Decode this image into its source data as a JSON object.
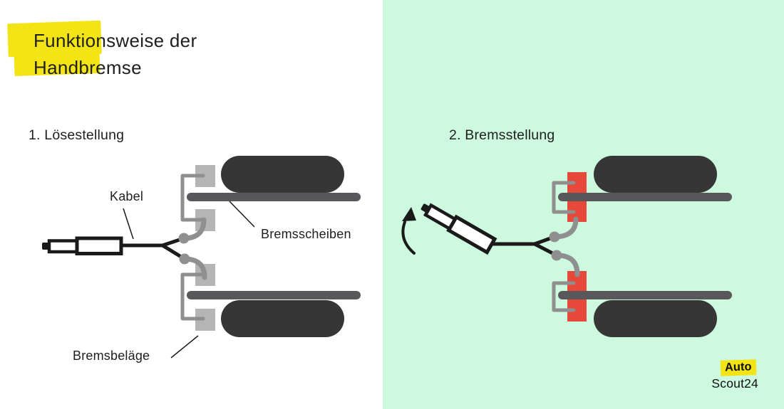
{
  "title": {
    "line1": "Funktionsweise der",
    "line2": "Handbremse"
  },
  "panels": [
    {
      "id": "released",
      "label": "1. Lösestellung",
      "background": "#ffffff"
    },
    {
      "id": "braking",
      "label": "2. Bremsstellung",
      "background": "#cdf9de"
    }
  ],
  "annotations": {
    "cable": "Kabel",
    "discs": "Bremsscheiben",
    "pads": "Bremsbeläge"
  },
  "logo": {
    "top": "Auto",
    "bottom": "Scout24"
  },
  "icons": {
    "rotation_arrow": "curved-arrow-up",
    "highlight_marks": "marker-highlight"
  },
  "colors": {
    "panel_mint": "#cdf9de",
    "highlight_yellow": "#f3e515",
    "pad_released_gray": "#b5b5b5",
    "pad_braking_red": "#e6483a",
    "tire_dark": "#363636",
    "disc_gray": "#58585a",
    "cable_gray": "#8f8f8f",
    "line_black": "#1a1a1a",
    "text": "#1f1f1f"
  }
}
